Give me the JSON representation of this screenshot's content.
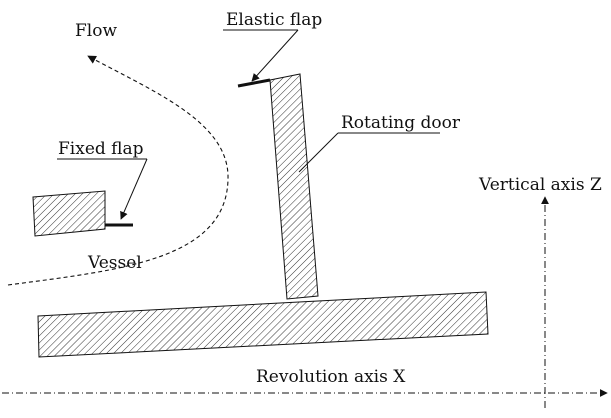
{
  "labels": {
    "flow": "Flow",
    "elastic_flap": "Elastic flap",
    "rotating_door": "Rotating door",
    "fixed_flap": "Fixed flap",
    "vessel": "Vessel",
    "vertical_axis": "Vertical axis Z",
    "revolution_axis": "Revolution axis X"
  },
  "colors": {
    "ink": "#111111",
    "hatch": "#333333",
    "background": "#ffffff"
  }
}
